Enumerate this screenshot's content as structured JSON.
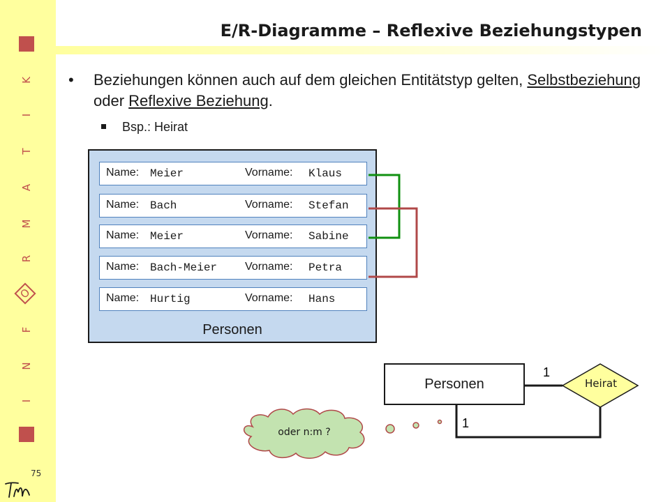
{
  "slide": {
    "title": "E/R-Diagramme – Reflexive Beziehungstypen",
    "page_number": "75"
  },
  "sidebar": {
    "letters": [
      "K",
      "I",
      "T",
      "A",
      "M",
      "R",
      "O",
      "F",
      "N",
      "I"
    ],
    "logo_text": "TM"
  },
  "content": {
    "bullet": {
      "text_before": "Beziehungen können auch auf dem gleichen Entitätstyp gelten, ",
      "term1": "Selbstbeziehung",
      "middle": " oder ",
      "term2": "Reflexive Beziehung",
      "end": "."
    },
    "sub_bullet": "Bsp.: Heirat"
  },
  "table": {
    "label": "Personen",
    "name_label": "Name:",
    "vorname_label": "Vorname:",
    "rows": [
      {
        "name": "Meier",
        "vorname": "Klaus"
      },
      {
        "name": "Bach",
        "vorname": "Stefan"
      },
      {
        "name": "Meier",
        "vorname": "Sabine"
      },
      {
        "name": "Bach-Meier",
        "vorname": "Petra"
      },
      {
        "name": "Hurtig",
        "vorname": "Hans"
      }
    ]
  },
  "er": {
    "entity": "Personen",
    "relationship": "Heirat",
    "card_top": "1",
    "card_bottom": "1",
    "thought": "oder n:m ?"
  },
  "colors": {
    "sidebar_bg": "#ffff9e",
    "accent_red": "#c0504d",
    "link_green": "#109010",
    "link_red": "#b04848",
    "table_bg": "#c5d9ef",
    "diamond_fill": "#ffff9e",
    "cloud_fill": "#c3e3b0"
  }
}
